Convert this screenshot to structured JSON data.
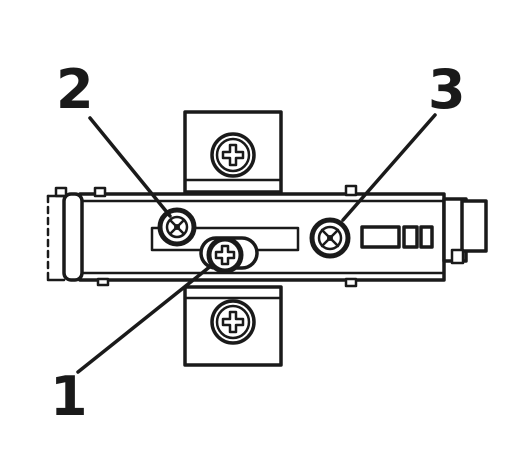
{
  "callouts": [
    {
      "label": "1",
      "part": "mounting-screw"
    },
    {
      "label": "2",
      "part": "side-adjustment-screw"
    },
    {
      "label": "3",
      "part": "depth-adjustment-screw"
    }
  ],
  "icons": {
    "plate_screw": "phillips-screw-icon",
    "adjust_screw": "adjustment-cam-icon"
  },
  "colors": {
    "line": "#1a1a1a",
    "background": "#ffffff"
  }
}
